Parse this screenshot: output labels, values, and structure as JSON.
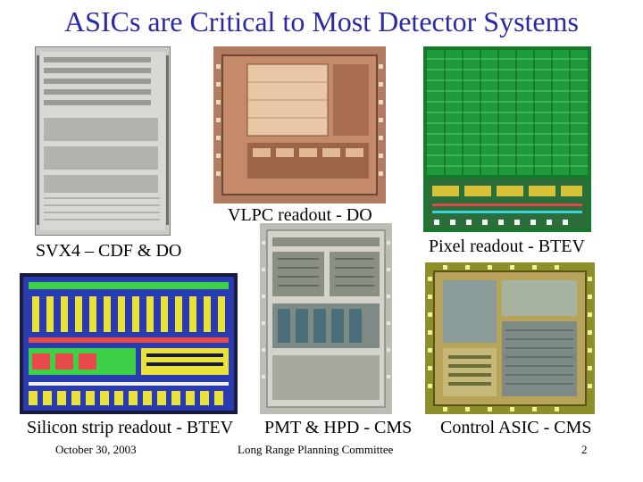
{
  "slide": {
    "title": "ASICs are Critical to Most Detector Systems",
    "captions": {
      "vlpc": "VLPC readout - DO",
      "svx4": "SVX4 – CDF & DO",
      "pixel": "Pixel readout - BTEV",
      "strip": "Silicon strip readout - BTEV",
      "pmt": "PMT & HPD - CMS",
      "control": "Control ASIC - CMS"
    },
    "footer": {
      "date": "October 30, 2003",
      "committee": "Long Range Planning Committee",
      "page": "2"
    }
  },
  "colors": {
    "title": "#2a2aa8",
    "die_gray": "#c9c9c6",
    "die_copper": "#c58a6a",
    "die_green": "#1f9a3a",
    "die_blue": "#2a3bb0",
    "die_gold": "#b8a35a",
    "die_olive": "#8c8f2a"
  }
}
